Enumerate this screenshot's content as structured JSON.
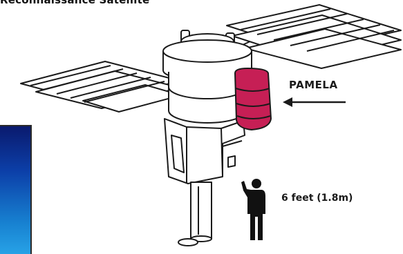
{
  "title": "Reconnaissance Satellite",
  "labels": {
    "instrument": "PAMELA",
    "height": "6 feet (1.8m)"
  },
  "colors": {
    "instrument": "#c61f55",
    "outline": "#1a1a1a",
    "panel_blue": "#1667c4"
  }
}
